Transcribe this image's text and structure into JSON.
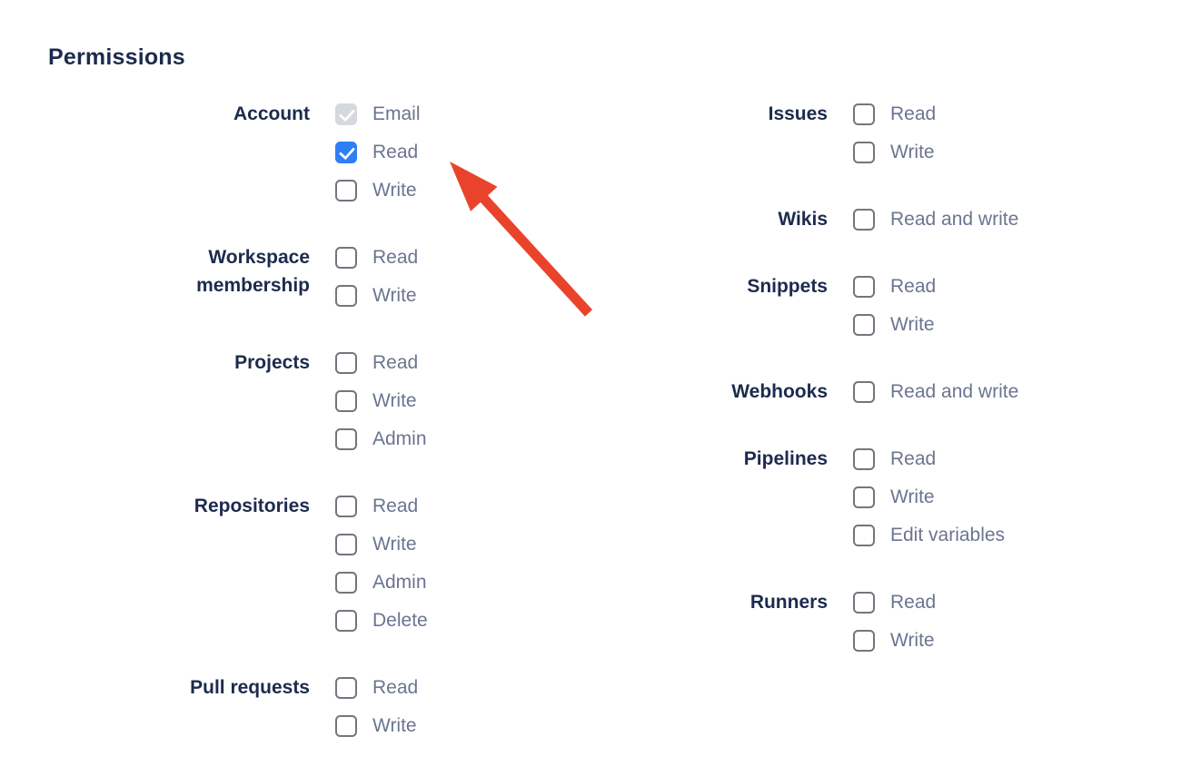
{
  "section_title": "Permissions",
  "colors": {
    "heading_text": "#1c2b4d",
    "group_label_text": "#1c2b4d",
    "option_text": "#6a7590",
    "checkbox_checked_fill": "#2e7ef6",
    "checkbox_disabled_fill": "#d5d8dd",
    "checkbox_border": "#72767d",
    "arrow_red": "#e9442b"
  },
  "columns": {
    "left": [
      {
        "group": "Account",
        "options": [
          {
            "label": "Email",
            "state": "checked_disabled"
          },
          {
            "label": "Read",
            "state": "checked"
          },
          {
            "label": "Write",
            "state": "unchecked"
          }
        ]
      },
      {
        "group": "Workspace membership",
        "options": [
          {
            "label": "Read",
            "state": "unchecked"
          },
          {
            "label": "Write",
            "state": "unchecked"
          }
        ]
      },
      {
        "group": "Projects",
        "options": [
          {
            "label": "Read",
            "state": "unchecked"
          },
          {
            "label": "Write",
            "state": "unchecked"
          },
          {
            "label": "Admin",
            "state": "unchecked"
          }
        ]
      },
      {
        "group": "Repositories",
        "options": [
          {
            "label": "Read",
            "state": "unchecked"
          },
          {
            "label": "Write",
            "state": "unchecked"
          },
          {
            "label": "Admin",
            "state": "unchecked"
          },
          {
            "label": "Delete",
            "state": "unchecked"
          }
        ]
      },
      {
        "group": "Pull requests",
        "options": [
          {
            "label": "Read",
            "state": "unchecked"
          },
          {
            "label": "Write",
            "state": "unchecked"
          }
        ]
      }
    ],
    "right": [
      {
        "group": "Issues",
        "options": [
          {
            "label": "Read",
            "state": "unchecked"
          },
          {
            "label": "Write",
            "state": "unchecked"
          }
        ]
      },
      {
        "group": "Wikis",
        "options": [
          {
            "label": "Read and write",
            "state": "unchecked"
          }
        ]
      },
      {
        "group": "Snippets",
        "options": [
          {
            "label": "Read",
            "state": "unchecked"
          },
          {
            "label": "Write",
            "state": "unchecked"
          }
        ]
      },
      {
        "group": "Webhooks",
        "options": [
          {
            "label": "Read and write",
            "state": "unchecked"
          }
        ]
      },
      {
        "group": "Pipelines",
        "options": [
          {
            "label": "Read",
            "state": "unchecked"
          },
          {
            "label": "Write",
            "state": "unchecked"
          },
          {
            "label": "Edit variables",
            "state": "unchecked"
          }
        ]
      },
      {
        "group": "Runners",
        "options": [
          {
            "label": "Read",
            "state": "unchecked"
          },
          {
            "label": "Write",
            "state": "unchecked"
          }
        ]
      }
    ]
  },
  "annotation_arrow": {
    "color": "#e9442b"
  }
}
